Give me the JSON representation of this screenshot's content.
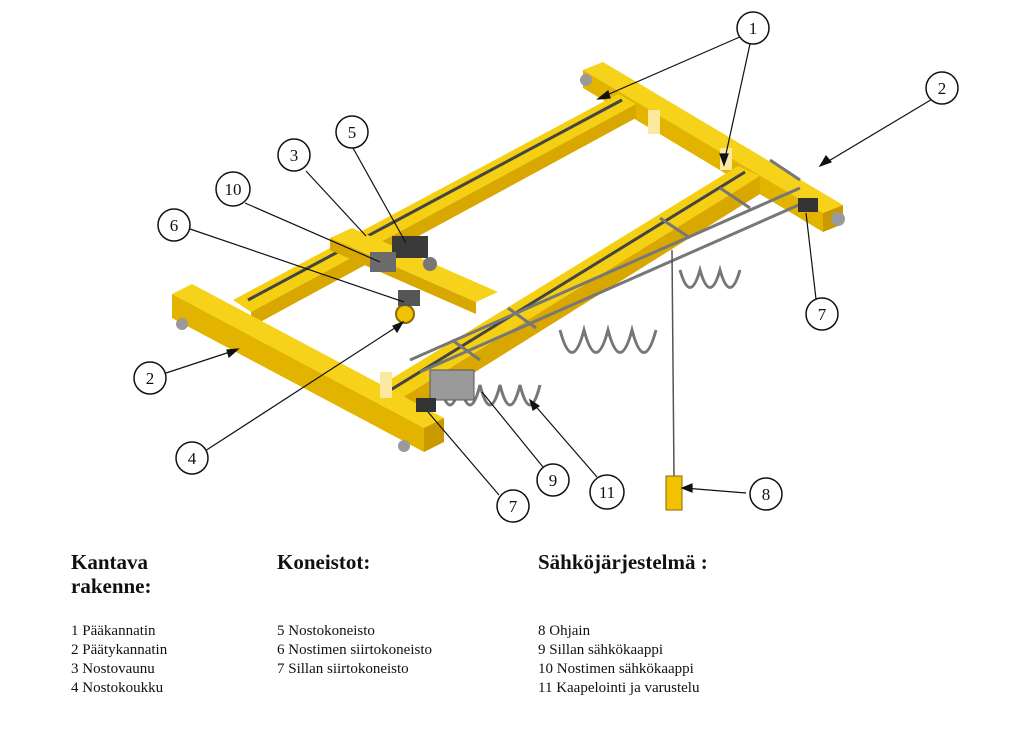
{
  "callouts": [
    {
      "number": "1"
    },
    {
      "number": "1"
    },
    {
      "number": "2"
    },
    {
      "number": "2"
    },
    {
      "number": "3"
    },
    {
      "number": "4"
    },
    {
      "number": "5"
    },
    {
      "number": "6"
    },
    {
      "number": "7"
    },
    {
      "number": "7"
    },
    {
      "number": "8"
    },
    {
      "number": "9"
    },
    {
      "number": "10"
    },
    {
      "number": "11"
    }
  ],
  "legend": {
    "structure": {
      "title_line1": "Kantava",
      "title_line2": "rakenne:",
      "items": [
        "1 Pääkannatin",
        "2 Päätykannatin",
        "3 Nostovaunu",
        "4 Nostokoukku"
      ]
    },
    "machinery": {
      "title": "Koneistot:",
      "items": [
        "5 Nostokoneisto",
        "6 Nostimen siirtokoneisto",
        "7 Sillan siirtokoneisto"
      ]
    },
    "electrical": {
      "title": "Sähköjärjestelmä :",
      "items": [
        "8 Ohjain",
        "9 Sillan sähkökaappi",
        "10 Nostimen sähkökaappi",
        "11 Kaapelointi ja varustelu"
      ]
    }
  },
  "colors": {
    "crane_yellow": "#f2c200",
    "crane_shadow": "#c89a00",
    "rail_dark": "#555555",
    "line": "#111111"
  }
}
